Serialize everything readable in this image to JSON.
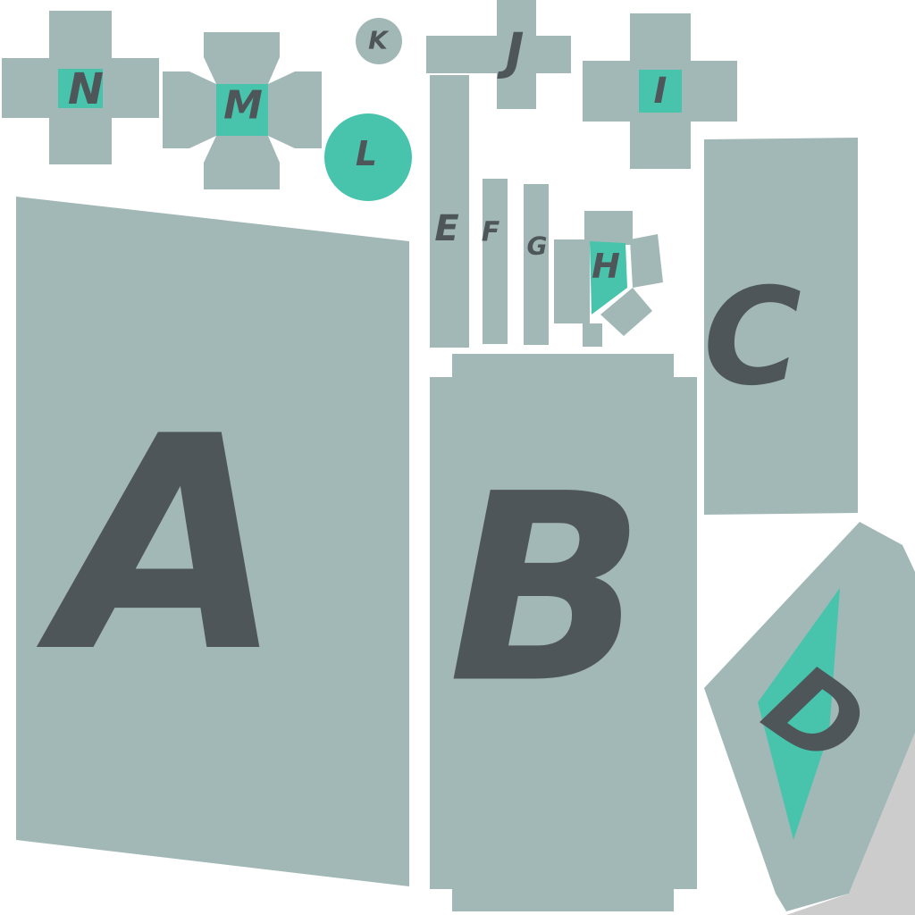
{
  "colors": {
    "background": "#ffffff",
    "patch": "#a2b8b6",
    "accent": "#48c4ac",
    "letter": "#4f5659",
    "shadow": "#cccccc"
  },
  "pieces": {
    "a": {
      "label": "A"
    },
    "b": {
      "label": "B"
    },
    "c": {
      "label": "C"
    },
    "d": {
      "label": "D"
    },
    "e": {
      "label": "E"
    },
    "f": {
      "label": "F"
    },
    "g": {
      "label": "G"
    },
    "h": {
      "label": "H"
    },
    "i": {
      "label": "I"
    },
    "j": {
      "label": "J"
    },
    "k": {
      "label": "K"
    },
    "l": {
      "label": "L"
    },
    "m": {
      "label": "M"
    },
    "n": {
      "label": "N"
    }
  }
}
